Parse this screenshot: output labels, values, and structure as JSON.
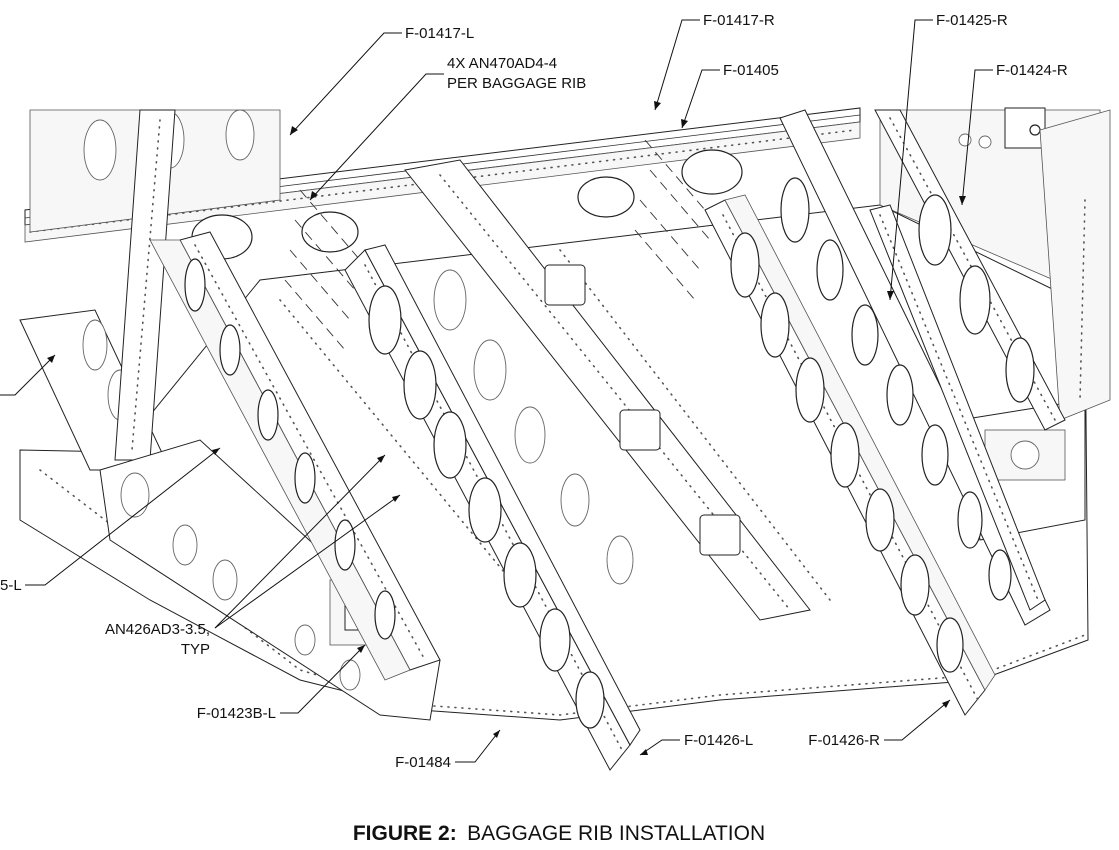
{
  "figure": {
    "caption_bold": "FIGURE 2:",
    "caption_text": "BAGGAGE RIB INSTALLATION"
  },
  "callouts": {
    "f01417l": "F-01417-L",
    "rivets_line1": "4X AN470AD4-4",
    "rivets_line2": "PER BAGGAGE RIB",
    "f01417r": "F-01417-R",
    "f01405": "F-01405",
    "f01425r": "F-01425-R",
    "f01424r": "F-01424-R",
    "f01425l_partial": "5-L",
    "an426_line1": "AN426AD3-3.5,",
    "an426_line2": "TYP",
    "f01423bl": "F-01423B-L",
    "f01484": "F-01484",
    "f01426l": "F-01426-L",
    "f01426r": "F-01426-R"
  },
  "colors": {
    "line": "#222222",
    "background": "#ffffff"
  }
}
